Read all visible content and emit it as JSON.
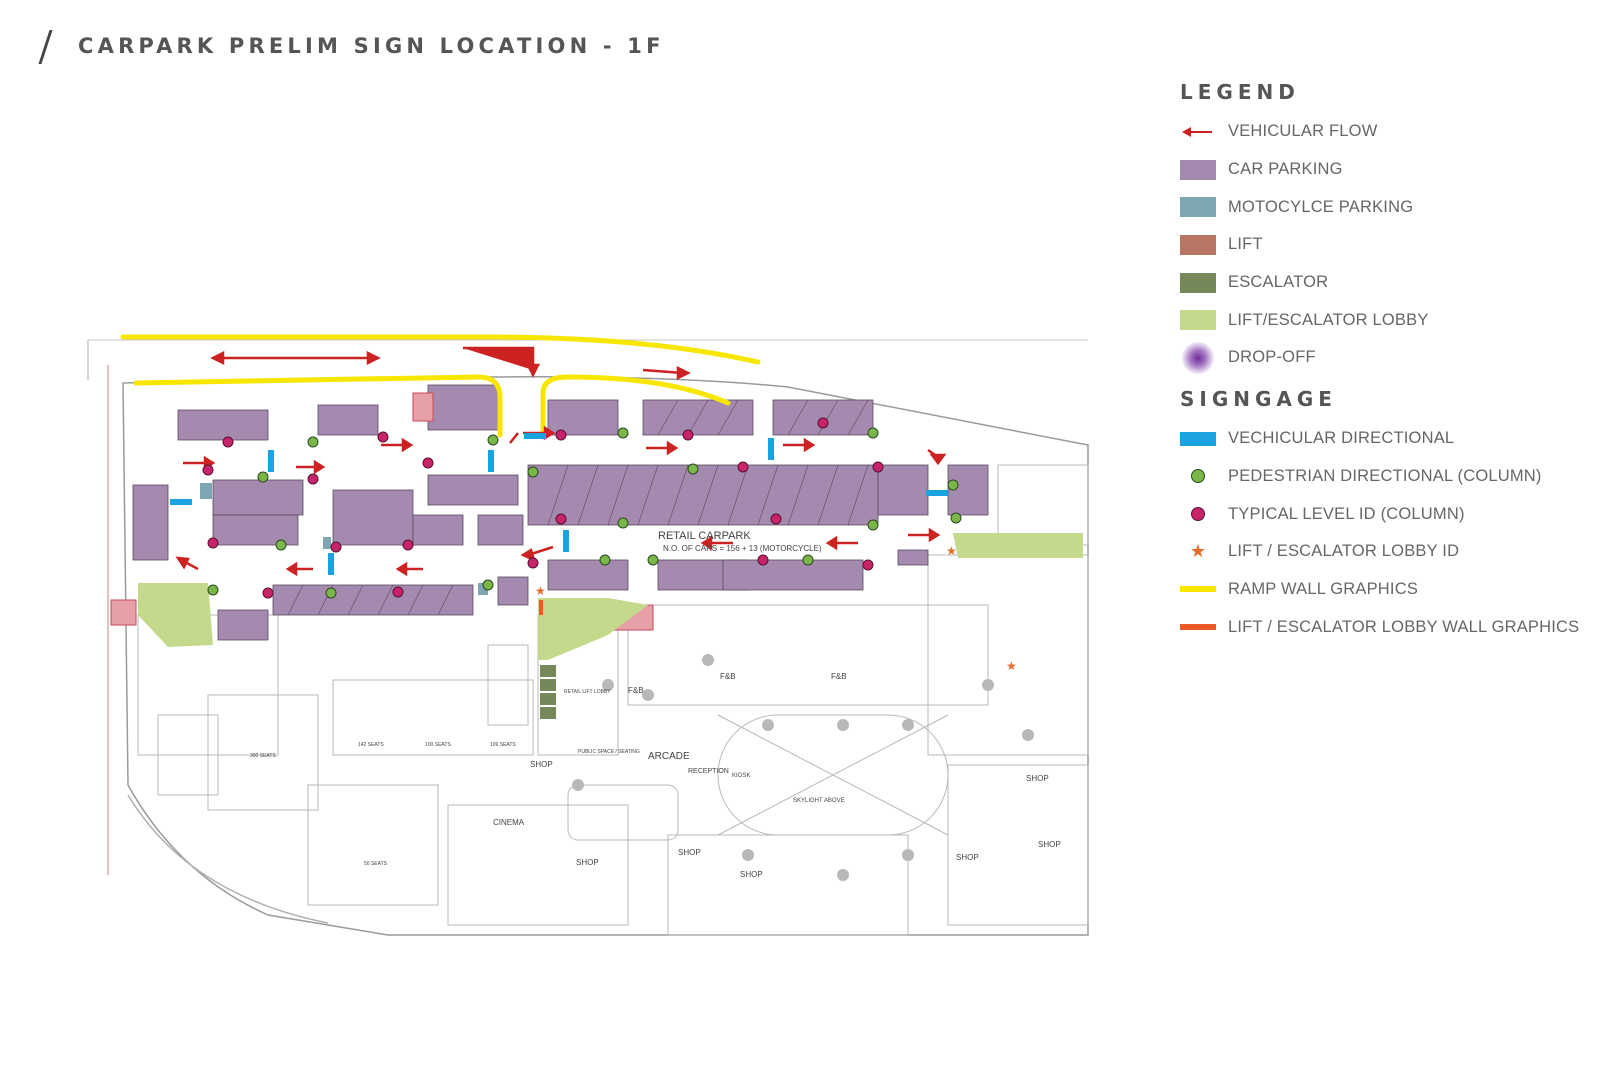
{
  "title": "CARPARK PRELIM SIGN LOCATION - 1F",
  "legend": {
    "heading": "LEGEND",
    "items": [
      {
        "label": "VEHICULAR FLOW",
        "icon": "red-arrow-icon",
        "color": "#cc2222"
      },
      {
        "label": "CAR PARKING",
        "icon": "purple-rect-icon",
        "color": "#a58aaf"
      },
      {
        "label": "MOTOCYLCE PARKING",
        "icon": "teal-rect-icon",
        "color": "#7fa7b3"
      },
      {
        "label": "LIFT",
        "icon": "brown-rect-icon",
        "color": "#b87566"
      },
      {
        "label": "ESCALATOR",
        "icon": "dark-green-rect-icon",
        "color": "#74885a"
      },
      {
        "label": "LIFT/ESCALATOR LOBBY",
        "icon": "light-green-rect-icon",
        "color": "#c4d98b"
      },
      {
        "label": "DROP-OFF",
        "icon": "purple-glow-icon",
        "color": "#6e2a9a"
      }
    ]
  },
  "signage": {
    "heading": "SIGNGAGE",
    "items": [
      {
        "label": "VECHICULAR DIRECTIONAL",
        "icon": "blue-bar-icon",
        "color": "#1aa3e0"
      },
      {
        "label": "PEDESTRIAN DIRECTIONAL (COLUMN)",
        "icon": "green-dot-icon",
        "color": "#7ab648"
      },
      {
        "label": "TYPICAL LEVEL ID (COLUMN)",
        "icon": "magenta-dot-icon",
        "color": "#c8246b"
      },
      {
        "label": "LIFT / ESCALATOR LOBBY ID",
        "icon": "orange-star-icon",
        "color": "#e86a2a"
      },
      {
        "label": "RAMP WALL GRAPHICS",
        "icon": "yellow-line-icon",
        "color": "#f7e600"
      },
      {
        "label": "LIFT /  ESCALATOR LOBBY WALL GRAPHICS",
        "icon": "orange-line-icon",
        "color": "#ee5b24"
      }
    ]
  },
  "map": {
    "carpark_label": "RETAIL CARPARK",
    "carpark_sub": "N.O. OF CARS = 156 + 13 (MOTORCYCLE)",
    "labels": [
      "F&B",
      "F&B",
      "F&B",
      "ARCADE",
      "RECEPTION",
      "SKYLIGHT ABOVE",
      "CINEMA",
      "SHOP",
      "SHOP",
      "SHOP",
      "SHOP",
      "SHOP",
      "SHOP",
      "SHOP",
      "KIOSK",
      "RETAIL LIFT LOBBY",
      "PUBLIC SPACE / SEATING",
      "300 SEATS",
      "142 SEATS",
      "100 SEATS",
      "109 SEATS",
      "50 SEATS"
    ]
  }
}
